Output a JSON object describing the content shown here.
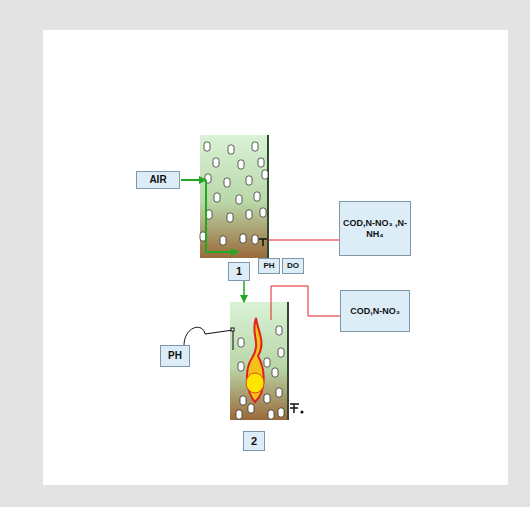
{
  "diagram": {
    "nodes": [
      {
        "text": [
          "AIR"
        ]
      },
      {
        "text": [
          "COD,N-NO₃ ,N-NH₄"
        ]
      },
      {
        "text": [
          "PH"
        ]
      },
      {
        "text": [
          "DO"
        ]
      },
      {
        "text": [
          "1"
        ]
      },
      {
        "text": [
          "PH"
        ]
      },
      {
        "text": [
          "COD,N-NO₃"
        ]
      },
      {
        "text": [
          "2"
        ]
      }
    ]
  }
}
